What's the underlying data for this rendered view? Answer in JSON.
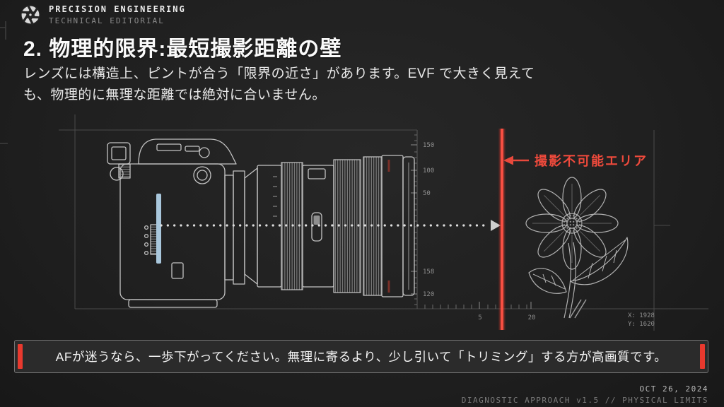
{
  "header": {
    "brand": "PRECISION ENGINEERING",
    "subtitle": "TECHNICAL EDITORIAL"
  },
  "slide": {
    "title": "2. 物理的限界:最短撮影距離の壁",
    "body_line1": "レンズには構造上、ピントが合う「限界の近さ」があります。EVF で大きく見えて",
    "body_line2": "も、物理的に無理な距離では絶対に合いません。"
  },
  "diagram": {
    "warning_label": "撮影不可能エリア",
    "vertical_ruler_labels": [
      "150",
      "100",
      "50",
      "158",
      "120"
    ],
    "horizontal_ruler_labels": [
      "5",
      "20"
    ],
    "coordinate_readout": {
      "x": "X: 1928",
      "y": "Y: 1620"
    },
    "colors": {
      "warning_red": "#ef4136",
      "sensor_blue": "#a9c7dc",
      "line_art_gray": "#c4c4c4",
      "frame_gray": "#4a4a4a"
    }
  },
  "callout": {
    "text": "AFが迷うなら、一歩下がってください。無理に寄るより、少し引いて「トリミング」する方が高画質です。"
  },
  "footer": {
    "date": "OCT 26, 2024",
    "meta": "DIAGNOSTIC APPROACH v1.5 // PHYSICAL LIMITS"
  }
}
